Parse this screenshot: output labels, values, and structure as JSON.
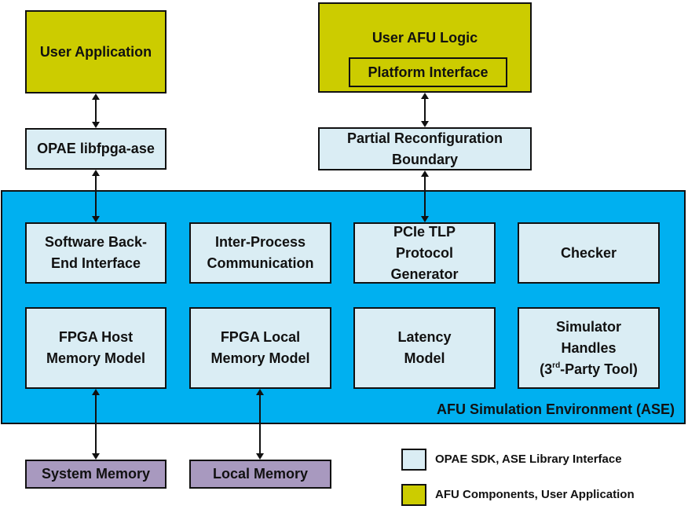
{
  "colors": {
    "library_interface": "#daedf4",
    "afu_components": "#cccc00",
    "ase_environment": "#00b0f0",
    "memory": "#a899bf",
    "border": "#111111"
  },
  "top": {
    "user_application": "User Application",
    "opae_lib": "OPAE libfpga-ase",
    "user_afu_logic": "User AFU Logic",
    "platform_interface": "Platform Interface",
    "pr_boundary_line1": "Partial Reconfiguration",
    "pr_boundary_line2": "Boundary"
  },
  "ase": {
    "label": "AFU Simulation Environment (ASE)",
    "row1": [
      {
        "line1": "Software Back-",
        "line2": "End Interface"
      },
      {
        "line1": "Inter-Process",
        "line2": "Communication"
      },
      {
        "line1": "PCIe TLP",
        "line2": "Protocol",
        "line3": "Generator"
      },
      {
        "line1": "Checker"
      }
    ],
    "row2": [
      {
        "line1": "FPGA Host",
        "line2": "Memory Model"
      },
      {
        "line1": "FPGA Local",
        "line2": "Memory Model"
      },
      {
        "line1": "Latency",
        "line2": "Model"
      },
      {
        "line1": "Simulator",
        "line2": "Handles",
        "line3_pre": "(3",
        "line3_sup": "rd",
        "line3_post": "-Party Tool)"
      }
    ]
  },
  "bottom": {
    "system_memory": "System Memory",
    "local_memory": "Local Memory"
  },
  "legend": [
    {
      "label": "OPAE SDK, ASE Library Interface",
      "color_key": "library_interface"
    },
    {
      "label": "AFU Components, User Application",
      "color_key": "afu_components"
    }
  ]
}
